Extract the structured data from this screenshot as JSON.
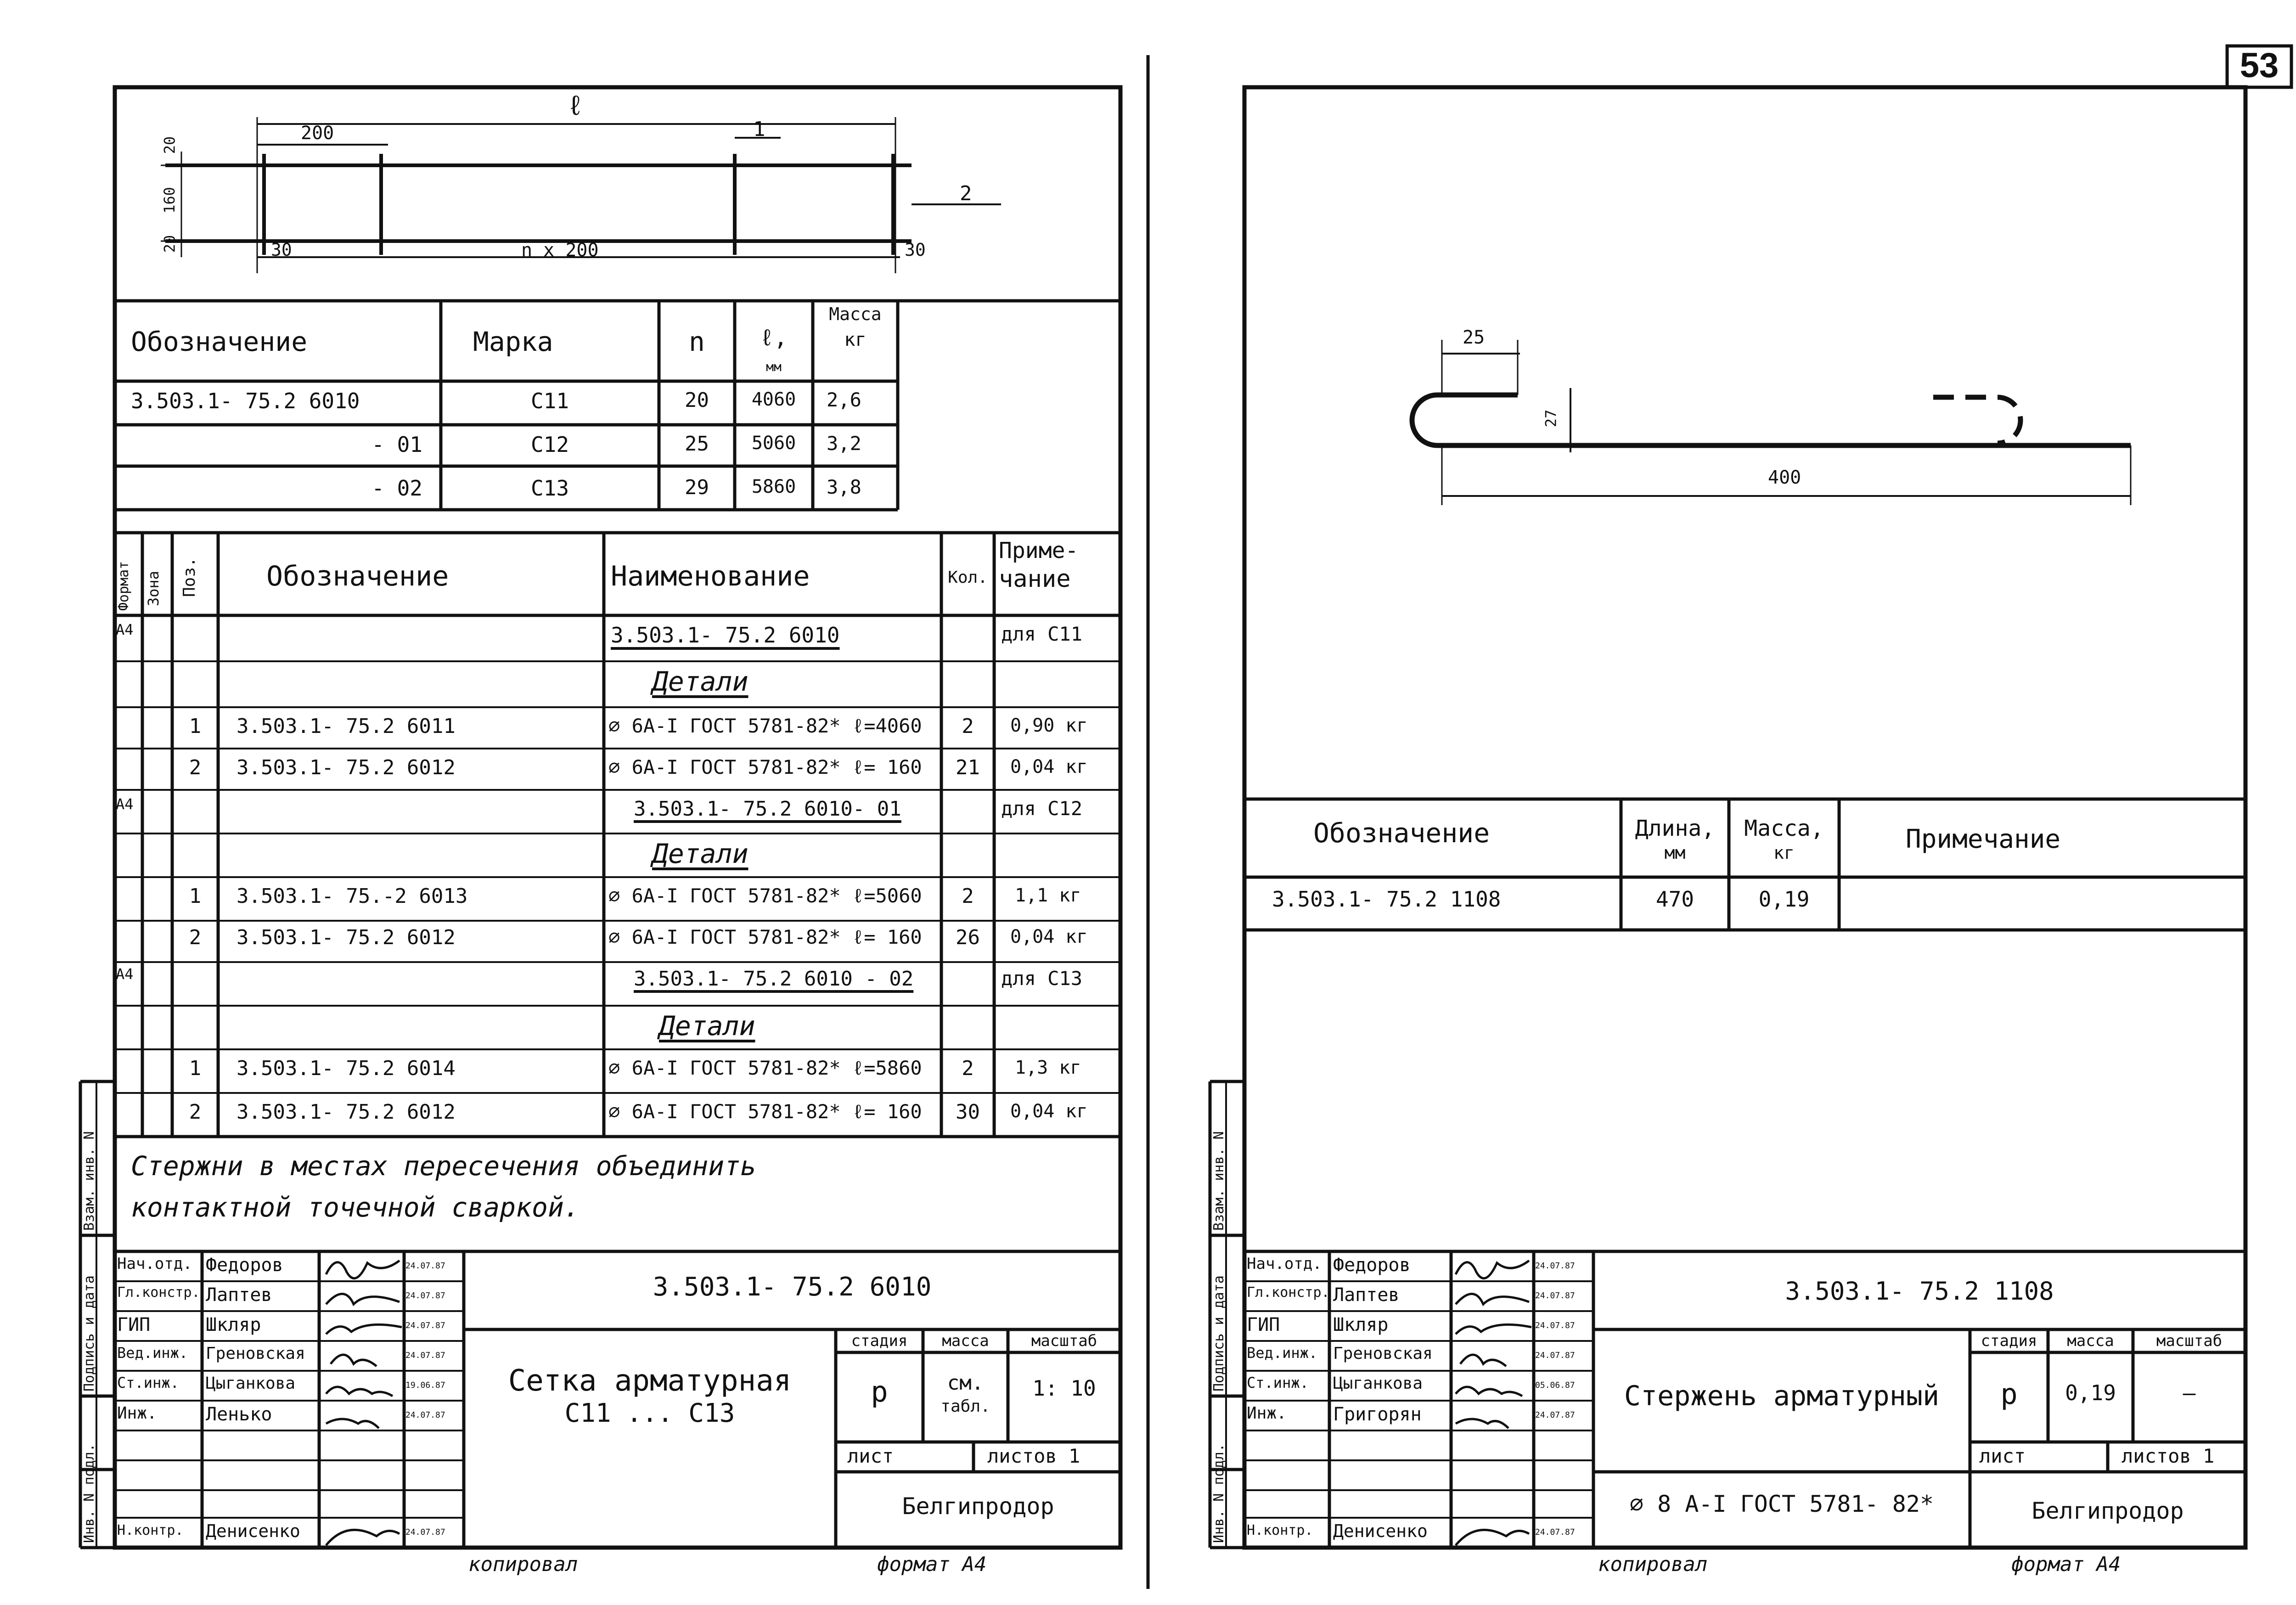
{
  "page_number": "53",
  "left": {
    "drawing": {
      "dim_l": "ℓ",
      "dim_200": "200",
      "dim_20_top": "20",
      "dim_160": "160",
      "dim_20_bottom": "20",
      "dim_30_left": "30",
      "dim_n200": "n x 200",
      "dim_30_right": "30",
      "callout_1": "1",
      "callout_2": "2"
    },
    "variants": {
      "headers": {
        "designation": "Обозначение",
        "mark": "Марка",
        "n": "n",
        "l": "ℓ,",
        "l_unit": "мм",
        "mass": "Масса",
        "mass_unit": "кг"
      },
      "rows": [
        {
          "designation": "3.503.1- 75.2  6010",
          "mark": "С11",
          "n": "20",
          "l": "4060",
          "mass": "2,6"
        },
        {
          "designation": "- 01",
          "mark": "С12",
          "n": "25",
          "l": "5060",
          "mass": "3,2"
        },
        {
          "designation": "- 02",
          "mark": "С13",
          "n": "29",
          "l": "5860",
          "mass": "3,8"
        }
      ]
    },
    "spec": {
      "headers": {
        "format": "Формат",
        "zone": "Зона",
        "pos": "Поз.",
        "designation": "Обозначение",
        "name": "Наименование",
        "qty": "Кол.",
        "note_line1": "Приме-",
        "note_line2": "чание"
      },
      "rows": [
        {
          "format": "А4",
          "pos": "",
          "designation": "",
          "name": "3.503.1- 75.2  6010",
          "underline": true,
          "qty": "",
          "note": "для С11"
        },
        {
          "format": "",
          "pos": "",
          "designation": "",
          "name": "Детали",
          "underline": true,
          "qty": "",
          "note": ""
        },
        {
          "format": "",
          "pos": "1",
          "designation": "3.503.1- 75.2   6011",
          "name": "∅ 6А-I ГОСТ 5781-82* ℓ=4060",
          "qty": "2",
          "note": "0,90 кг"
        },
        {
          "format": "",
          "pos": "2",
          "designation": "3.503.1- 75.2   6012",
          "name": "∅ 6А-I ГОСТ 5781-82* ℓ= 160",
          "qty": "21",
          "note": "0,04 кг"
        },
        {
          "format": "А4",
          "pos": "",
          "designation": "",
          "name": "3.503.1- 75.2  6010- 01",
          "underline": true,
          "qty": "",
          "note": "для С12"
        },
        {
          "format": "",
          "pos": "",
          "designation": "",
          "name": "Детали",
          "underline": true,
          "qty": "",
          "note": ""
        },
        {
          "format": "",
          "pos": "1",
          "designation": "3.503.1- 75.-2   6013",
          "name": "∅ 6А-I ГОСТ 5781-82* ℓ=5060",
          "qty": "2",
          "note": "1,1 кг"
        },
        {
          "format": "",
          "pos": "2",
          "designation": "3.503.1- 75.2   6012",
          "name": "∅ 6А-I ГОСТ 5781-82* ℓ= 160",
          "qty": "26",
          "note": "0,04 кг"
        },
        {
          "format": "А4",
          "pos": "",
          "designation": "",
          "name": "3.503.1- 75.2  6010 - 02",
          "underline": true,
          "qty": "",
          "note": "для С13"
        },
        {
          "format": "",
          "pos": "",
          "designation": "",
          "name": "Детали",
          "underline": true,
          "qty": "",
          "note": ""
        },
        {
          "format": "",
          "pos": "1",
          "designation": "3.503.1- 75.2   6014",
          "name": "∅ 6А-I ГОСТ 5781-82* ℓ=5860",
          "qty": "2",
          "note": "1,3 кг"
        },
        {
          "format": "",
          "pos": "2",
          "designation": "3.503.1- 75.2   6012",
          "name": "∅ 6А-I ГОСТ 5781-82* ℓ= 160",
          "qty": "30",
          "note": "0,04 кг"
        }
      ]
    },
    "note_line1": "Стержни в местах пересечения объединить",
    "note_line2": "контактной точечной сваркой.",
    "side_labels": {
      "inv": "Инв. N подл.",
      "sign": "Подпись и дата",
      "vzam": "Взам. инв. N"
    },
    "title_block": {
      "signers": [
        {
          "role": "Нач.отд.",
          "name": "Федоров",
          "date": "24.07.87"
        },
        {
          "role": "Гл.констр.",
          "name": "Лаптев",
          "date": "24.07.87"
        },
        {
          "role": "ГИП",
          "name": "Шкляр",
          "date": "24.07.87"
        },
        {
          "role": "Вед.инж.",
          "name": "Греновская",
          "date": "24.07.87"
        },
        {
          "role": "Ст.инж.",
          "name": "Цыганкова",
          "date": "19.06.87"
        },
        {
          "role": "Инж.",
          "name": "Ленько",
          "date": "24.07.87"
        },
        {
          "role": "",
          "name": "",
          "date": ""
        },
        {
          "role": "",
          "name": "",
          "date": ""
        },
        {
          "role": "",
          "name": "",
          "date": ""
        },
        {
          "role": "Н.контр.",
          "name": "Денисенко",
          "date": "24.07.87"
        }
      ],
      "doc_code": "3.503.1- 75.2    6010",
      "title_line1": "Сетка арматурная",
      "title_line2": "С11 ... С13",
      "stage_label": "стадия",
      "mass_label": "масса",
      "scale_label": "масштаб",
      "stage": "р",
      "mass_line1": "см.",
      "mass_line2": "табл.",
      "scale": "1: 10",
      "sheet_label": "лист",
      "sheets_label": "листов 1",
      "org": "Белгипродор"
    },
    "copied": "копировал",
    "format": "формат А4"
  },
  "right": {
    "drawing": {
      "dim_25": "25",
      "dim_27": "27",
      "dim_400": "400"
    },
    "table": {
      "headers": {
        "designation": "Обозначение",
        "length": "Длина,",
        "length_unit": "мм",
        "mass": "Масса,",
        "mass_unit": "кг",
        "note": "Примечание"
      },
      "row": {
        "designation": "3.503.1- 75.2  1108",
        "length": "470",
        "mass": "0,19",
        "note": ""
      }
    },
    "side_labels": {
      "inv": "Инв. N подл.",
      "sign": "Подпись и дата",
      "vzam": "Взам. инв. N"
    },
    "title_block": {
      "signers": [
        {
          "role": "Нач.отд.",
          "name": "Федоров",
          "date": "24.07.87"
        },
        {
          "role": "Гл.констр.",
          "name": "Лаптев",
          "date": "24.07.87"
        },
        {
          "role": "ГИП",
          "name": "Шкляр",
          "date": "24.07.87"
        },
        {
          "role": "Вед.инж.",
          "name": "Греновская",
          "date": "24.07.87"
        },
        {
          "role": "Ст.инж.",
          "name": "Цыганкова",
          "date": "05.06.87"
        },
        {
          "role": "Инж.",
          "name": "Григорян",
          "date": "24.07.87"
        },
        {
          "role": "",
          "name": "",
          "date": ""
        },
        {
          "role": "",
          "name": "",
          "date": ""
        },
        {
          "role": "",
          "name": "",
          "date": ""
        },
        {
          "role": "Н.контр.",
          "name": "Денисенко",
          "date": "24.07.87"
        }
      ],
      "doc_code": "3.503.1- 75.2   1108",
      "title": "Стержень арматурный",
      "stage_label": "стадия",
      "mass_label": "масса",
      "scale_label": "масштаб",
      "stage": "р",
      "mass": "0,19",
      "scale": "—",
      "sheet_label": "лист",
      "sheets_label": "листов 1",
      "material": "∅ 8 А-I  ГОСТ 5781- 82*",
      "org": "Белгипродор"
    },
    "copied": "копировал",
    "format": "формат А4"
  }
}
